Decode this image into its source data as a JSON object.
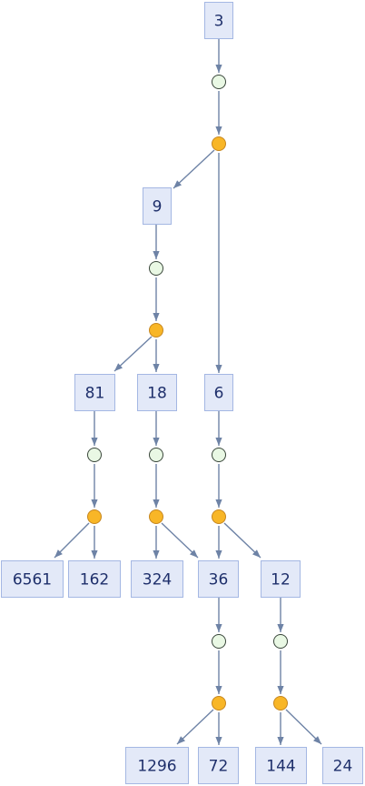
{
  "diagram": {
    "nodes": [
      {
        "id": "n3",
        "label": "3"
      },
      {
        "id": "n9",
        "label": "9"
      },
      {
        "id": "n6",
        "label": "6"
      },
      {
        "id": "n81",
        "label": "81"
      },
      {
        "id": "n18",
        "label": "18"
      },
      {
        "id": "n6561",
        "label": "6561"
      },
      {
        "id": "n162",
        "label": "162"
      },
      {
        "id": "n324",
        "label": "324"
      },
      {
        "id": "n36",
        "label": "36"
      },
      {
        "id": "n12",
        "label": "12"
      },
      {
        "id": "n1296",
        "label": "1296"
      },
      {
        "id": "n72",
        "label": "72"
      },
      {
        "id": "n144",
        "label": "144"
      },
      {
        "id": "n24",
        "label": "24"
      }
    ],
    "colors": {
      "box_fill": "#e3e9f8",
      "box_stroke": "#a4b7e3",
      "text": "#1e2f6b",
      "edge": "#6e83a6",
      "green_node": "#e9f8e4",
      "orange_node": "#f8b627"
    }
  }
}
